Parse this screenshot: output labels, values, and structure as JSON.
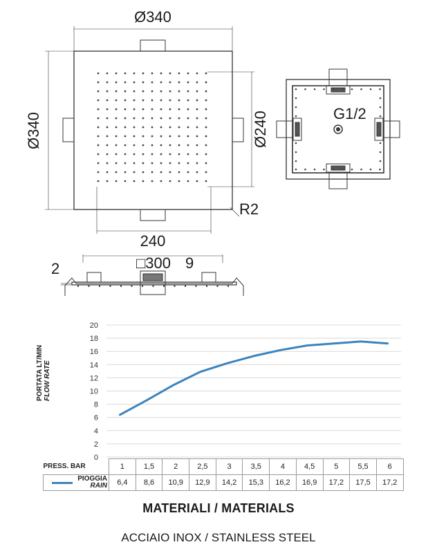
{
  "drawing": {
    "top_view": {
      "dim_top": "Ø340",
      "dim_left": "Ø340",
      "dim_right": "Ø240",
      "dim_bottom": "240",
      "radius": "R2"
    },
    "back_view": {
      "connection": "G1/2"
    },
    "side_view": {
      "dim_left": "2",
      "dim_center": "□300",
      "dim_right": "9"
    }
  },
  "chart_data": {
    "type": "line",
    "ylabel": "PORTATA LT/MIN",
    "ylabel_sub": "FLOW RATE",
    "ylim": [
      0,
      20
    ],
    "yticks": [
      0,
      2,
      4,
      6,
      8,
      10,
      12,
      14,
      16,
      18,
      20
    ],
    "x_header": "PRESS. BAR",
    "x": [
      "1",
      "1,5",
      "2",
      "2,5",
      "3",
      "3,5",
      "4",
      "4,5",
      "5",
      "5,5",
      "6"
    ],
    "series": [
      {
        "name": "PIOGGIA",
        "name_sub": "RAIN",
        "color": "#3b83bd",
        "values": [
          6.4,
          8.6,
          10.9,
          12.9,
          14.2,
          15.3,
          16.2,
          16.9,
          17.2,
          17.5,
          17.2
        ],
        "labels": [
          "6,4",
          "8,6",
          "10,9",
          "12,9",
          "14,2",
          "15,3",
          "16,2",
          "16,9",
          "17,2",
          "17,5",
          "17,2"
        ]
      }
    ],
    "grid": true
  },
  "materials": {
    "title": "MATERIALI / MATERIALS",
    "value": "ACCIAIO INOX / STAINLESS STEEL"
  }
}
